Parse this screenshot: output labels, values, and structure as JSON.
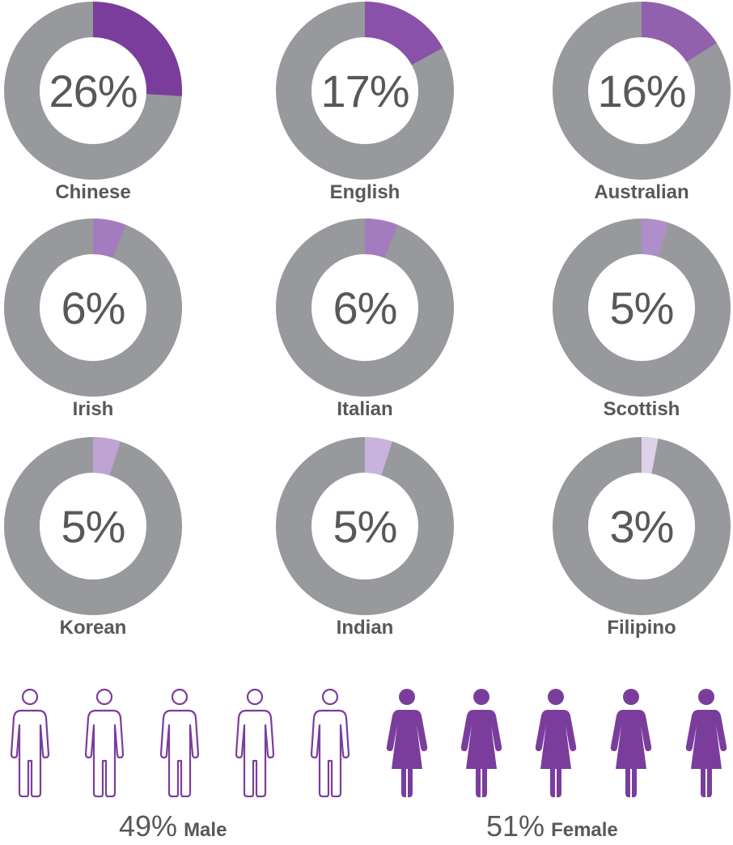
{
  "chart_data": {
    "type": "donut",
    "ring_color": "#98999c",
    "categories": [
      "Chinese",
      "English",
      "Australian",
      "Irish",
      "Italian",
      "Scottish",
      "Korean",
      "Indian",
      "Filipino"
    ],
    "values": [
      26,
      17,
      16,
      6,
      6,
      5,
      5,
      5,
      3
    ],
    "labels": [
      "26%",
      "17%",
      "16%",
      "6%",
      "6%",
      "5%",
      "5%",
      "5%",
      "3%"
    ],
    "colors": [
      "#7b3d9c",
      "#8a51aa",
      "#9261ad",
      "#a27cbf",
      "#a27cbf",
      "#ae8fc9",
      "#bfa3d3",
      "#c8b3dc",
      "#ddd1e8"
    ]
  },
  "gender": {
    "male": {
      "percent": "49%",
      "label": "Male",
      "icon": "male-outline-icon",
      "color": "#7b3d9c"
    },
    "female": {
      "percent": "51%",
      "label": "Female",
      "icon": "female-filled-icon",
      "color": "#7b3d9c"
    }
  }
}
